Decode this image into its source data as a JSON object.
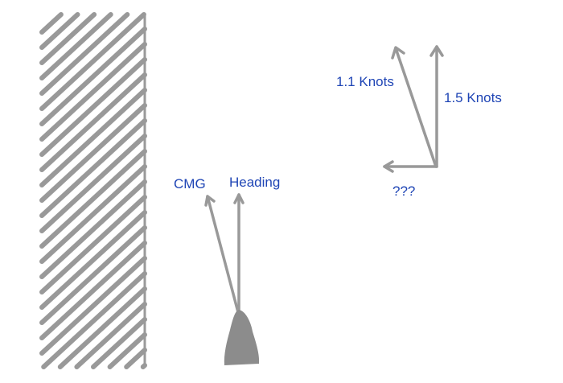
{
  "colors": {
    "stroke": "#999999",
    "label": "#1f45b5",
    "boat": "#8c8c8c"
  },
  "labels": {
    "cmg": "CMG",
    "heading": "Heading",
    "current_speed": "1.1 Knots",
    "boat_speed": "1.5 Knots",
    "unknown": "???"
  }
}
